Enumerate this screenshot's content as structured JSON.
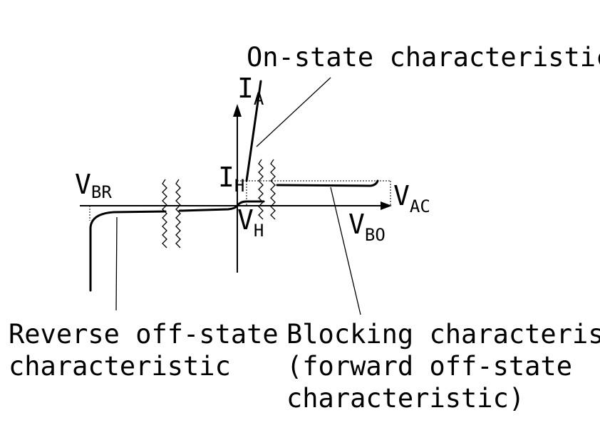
{
  "labels": {
    "on_state": "On-state characteristic",
    "reverse_line1": "Reverse off-state",
    "reverse_line2": "characteristic",
    "blocking_line1": "Blocking characteristic",
    "blocking_line2": "(forward off-state",
    "blocking_line3": "characteristic)"
  },
  "axes": {
    "y_main": "I",
    "y_sub": "A",
    "x_main": "V",
    "x_sub": "AC"
  },
  "markers": {
    "vbr_main": "V",
    "vbr_sub": "BR",
    "ih_main": "I",
    "ih_sub": "H",
    "vh_main": "V",
    "vh_sub": "H",
    "vbo_main": "V",
    "vbo_sub": "BO"
  },
  "colors": {
    "ink": "#000000",
    "background": "#ffffff"
  }
}
